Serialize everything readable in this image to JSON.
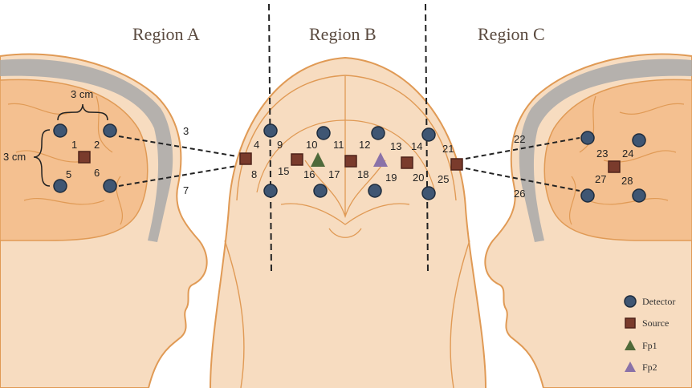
{
  "regions": [
    {
      "label": "Region A"
    },
    {
      "label": "Region B"
    },
    {
      "label": "Region C"
    }
  ],
  "scale_labels": {
    "horizontal": "3 cm",
    "vertical": "3 cm"
  },
  "legend": {
    "detector": "Detector",
    "source": "Source",
    "fp1": "Fp1",
    "fp2": "Fp2"
  },
  "channel_numbers": [
    "1",
    "2",
    "3",
    "4",
    "5",
    "6",
    "7",
    "8",
    "9",
    "10",
    "11",
    "12",
    "13",
    "14",
    "15",
    "16",
    "17",
    "18",
    "19",
    "20",
    "21",
    "22",
    "23",
    "24",
    "25",
    "26",
    "27",
    "28"
  ],
  "colors": {
    "skin": "#f7dcc0",
    "outline": "#e09a55",
    "brain": "#f4c090",
    "hair_band": "#a9a9a9",
    "detector": "#3f5673",
    "source": "#7a3b2c",
    "fp1": "#4f6a3a",
    "fp2": "#8a72a8"
  }
}
